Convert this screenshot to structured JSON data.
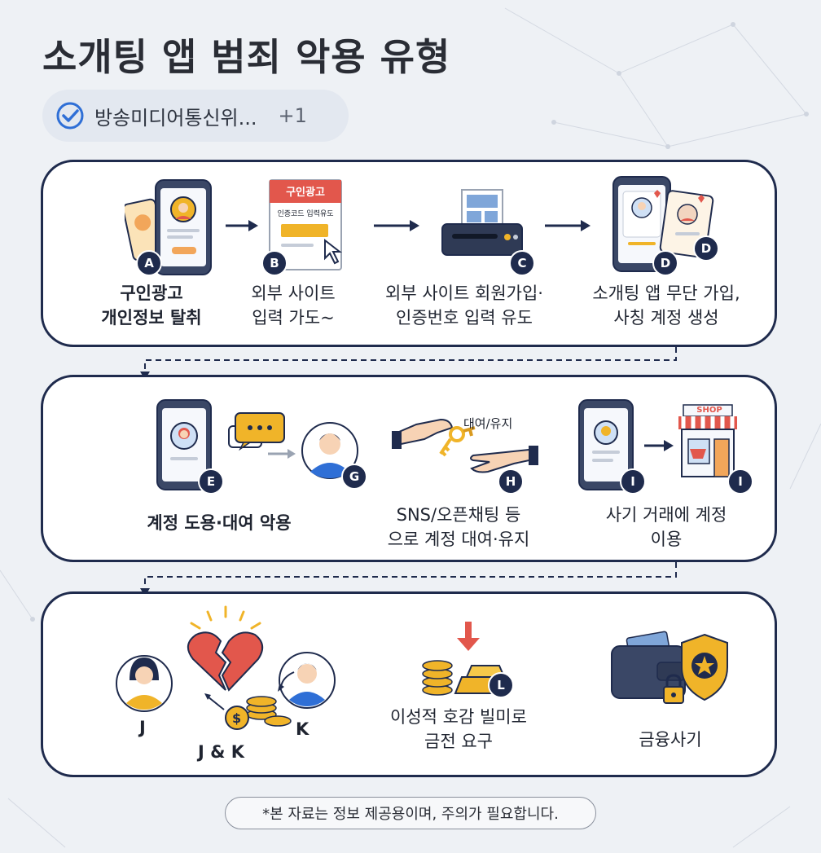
{
  "title": "소개팅 앱 범죄 악용 유형",
  "source": {
    "label": "방송미디어통신위...",
    "more": "+1",
    "icon": "check-circle-icon"
  },
  "panel1": {
    "steps": [
      {
        "badge": "A",
        "caption_1": "구인광고",
        "caption_2": "개인정보 탈취"
      },
      {
        "badge": "B",
        "caption_1": "외부 사이트",
        "caption_2": "입력 가도~",
        "ad_title": "구인광고",
        "ad_text": "인증코드 입력유도"
      },
      {
        "badge": "C",
        "caption_1": "외부 사이트 회원가입·",
        "caption_2": "인증번호 입력 유도"
      },
      {
        "badge": "D",
        "badge_2": "D",
        "caption_1": "소개팅 앱 무단 가입,",
        "caption_2": "사칭 계정 생성"
      }
    ]
  },
  "panel2": {
    "steps": [
      {
        "badge": "E",
        "badge_2": "G",
        "caption": "계정 도용·대여 악용"
      },
      {
        "badge": "H",
        "key_label": "대여/유지",
        "caption_1": "SNS/오픈채팅 등",
        "caption_2": "으로 계정 대여·유지"
      },
      {
        "badge": "I",
        "badge_2": "I",
        "shop_sign": "SHOP",
        "caption_1": "사기 거래에 계정",
        "caption_2": "이용"
      }
    ]
  },
  "panel3": {
    "person_j": "J",
    "person_k": "K",
    "pair_label": "J & K",
    "badge_l": "L",
    "caption_l_1": "이성적 호감 빌미로",
    "caption_l_2": "금전 요구",
    "caption_fraud": "금융사기"
  },
  "footer": "*본 자료는 정보 제공용이며, 주의가 필요합니다.",
  "colors": {
    "navy": "#1f2b4d",
    "accent": "#f0b429",
    "red": "#e2574c",
    "orange": "#f2a65a"
  }
}
